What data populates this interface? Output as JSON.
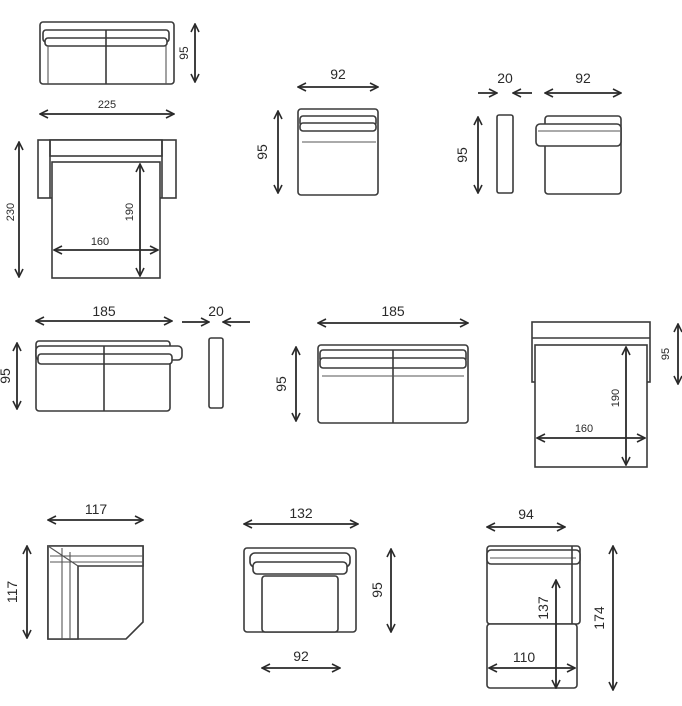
{
  "modules": {
    "top_sofa": {
      "height": "95"
    },
    "sofa_bed_top": {
      "width": "225",
      "depth": "230",
      "mattress_length": "190",
      "mattress_width": "160"
    },
    "armless_seat": {
      "width": "92",
      "height": "95"
    },
    "arm_seat": {
      "arm_width": "20",
      "width": "92",
      "height": "95"
    },
    "two_seat_arm": {
      "width": "185",
      "height": "95",
      "arm_width": "20"
    },
    "two_seat": {
      "width": "185",
      "height": "95"
    },
    "bed_frame": {
      "height": "95",
      "mattress_length": "190",
      "mattress_width": "160"
    },
    "corner": {
      "width": "117",
      "depth": "117"
    },
    "armchair": {
      "width": "132",
      "height": "95",
      "seat_width": "92"
    },
    "chaise": {
      "width": "94",
      "length": "174",
      "inner_length": "137",
      "inner_width": "110"
    }
  }
}
